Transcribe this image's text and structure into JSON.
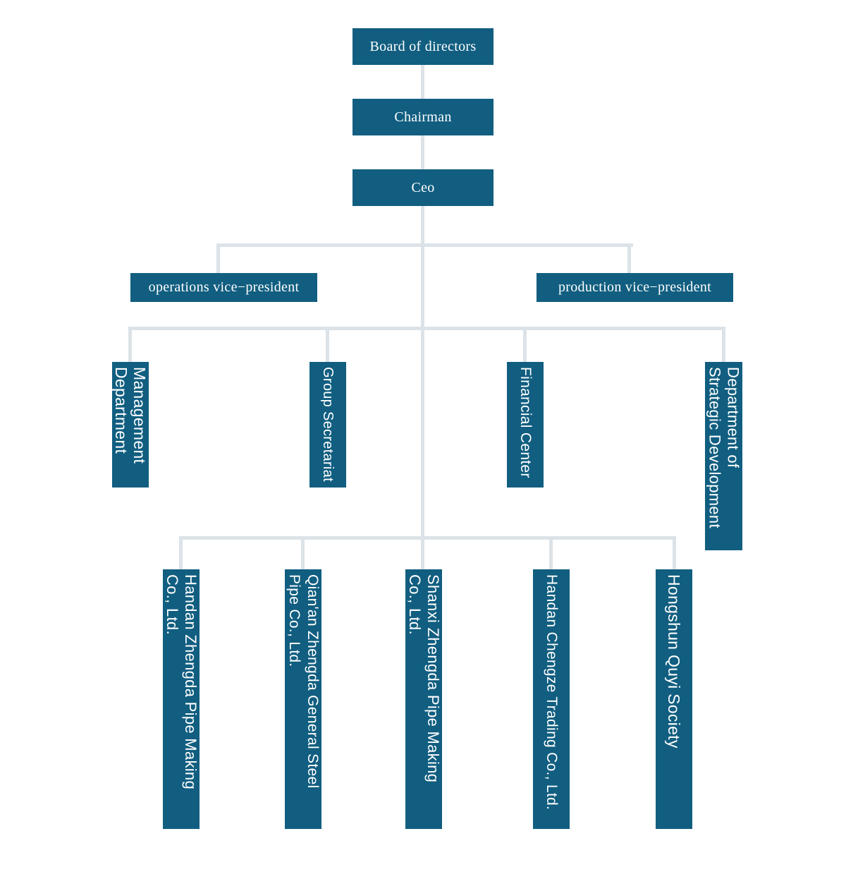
{
  "colors": {
    "node_fill": "#115E80",
    "node_text": "#FFFFFF",
    "connector": "#DCE3E8",
    "background": "#FFFFFF"
  },
  "nodes": {
    "board": {
      "label": "Board of directors"
    },
    "chairman": {
      "label": "Chairman"
    },
    "ceo": {
      "label": "Ceo"
    },
    "operations_vp": {
      "label": "operations vice−president"
    },
    "production_vp": {
      "label": "production vice−president"
    },
    "management_department": {
      "label": "Management\nDepartment"
    },
    "group_secretariat": {
      "label": "Group Secretariat"
    },
    "financial_center": {
      "label": "Financial Center"
    },
    "strategic_development": {
      "label": "Department of\nStrategic Development"
    },
    "handan_zhengda_pipe": {
      "label": "Handan Zhengda Pipe Making\nCo., Ltd."
    },
    "qianan_zhengda_steel": {
      "label": "Qian'an Zhengda General Steel\nPipe Co., Ltd."
    },
    "shanxi_zhengda_pipe": {
      "label": "Shanxi Zhengda Pipe Making\nCo., Ltd."
    },
    "handan_chengze_trading": {
      "label": "Handan Chengze Trading Co., Ltd."
    },
    "hongshun_quyi": {
      "label": "Hongshun Quyi Society"
    }
  },
  "edges": [
    {
      "from": "board",
      "to": "chairman"
    },
    {
      "from": "chairman",
      "to": "ceo"
    },
    {
      "from": "ceo",
      "to": "operations_vp"
    },
    {
      "from": "ceo",
      "to": "production_vp"
    },
    {
      "from": "ceo",
      "to": "management_department"
    },
    {
      "from": "ceo",
      "to": "group_secretariat"
    },
    {
      "from": "ceo",
      "to": "financial_center"
    },
    {
      "from": "ceo",
      "to": "strategic_development"
    },
    {
      "from": "ceo",
      "to": "handan_zhengda_pipe"
    },
    {
      "from": "ceo",
      "to": "qianan_zhengda_steel"
    },
    {
      "from": "ceo",
      "to": "shanxi_zhengda_pipe"
    },
    {
      "from": "ceo",
      "to": "handan_chengze_trading"
    },
    {
      "from": "ceo",
      "to": "hongshun_quyi"
    }
  ]
}
